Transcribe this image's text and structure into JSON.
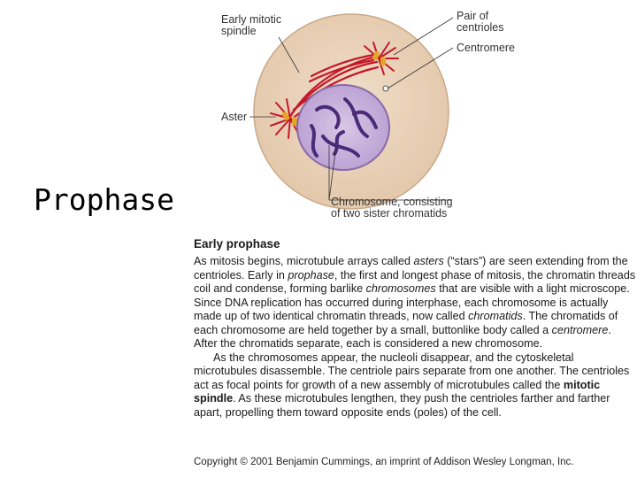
{
  "slide": {
    "title": "Prophase"
  },
  "diagram": {
    "labels": {
      "early_spindle": "Early mitotic\nspindle",
      "pair_centrioles": "Pair of\ncentrioles",
      "centromere": "Centromere",
      "aster": "Aster",
      "chromosome": "Chromosome, consisting\nof two sister chromatids"
    }
  },
  "text": {
    "heading": "Early prophase",
    "p1": [
      {
        "t": "As mitosis begins, microtubule arrays called "
      },
      {
        "t": "asters",
        "s": "i"
      },
      {
        "t": " (“stars”) are seen extending from the centrioles. Early in "
      },
      {
        "t": "prophase",
        "s": "i"
      },
      {
        "t": ", the first and longest phase of mitosis, the chromatin threads coil and condense, forming barlike "
      },
      {
        "t": "chromosomes",
        "s": "i"
      },
      {
        "t": " that are visible with a light microscope. Since DNA replication has occurred during interphase, each chromosome is actually made up of two identical chromatin threads, now called "
      },
      {
        "t": "chromatids",
        "s": "i"
      },
      {
        "t": ". The chromatids of each chromosome are held together by a small, buttonlike body called a "
      },
      {
        "t": "centromere",
        "s": "i"
      },
      {
        "t": ". After the chromatids separate, each is considered a new chromosome."
      }
    ],
    "p2": [
      {
        "t": "As the chromosomes appear, the nucleoli disappear, and the cytoskeletal microtubules disassemble. The centriole pairs separate from one another. The centrioles act as focal points for growth of a new assembly of microtubules called the "
      },
      {
        "t": "mitotic spindle",
        "s": "b"
      },
      {
        "t": ". As these microtubules lengthen, they push the centrioles farther and farther apart, propelling them toward opposite ends (poles) of the cell."
      }
    ],
    "copyright": "Copyright © 2001 Benjamin Cummings, an imprint of Addison Wesley Longman, Inc."
  }
}
